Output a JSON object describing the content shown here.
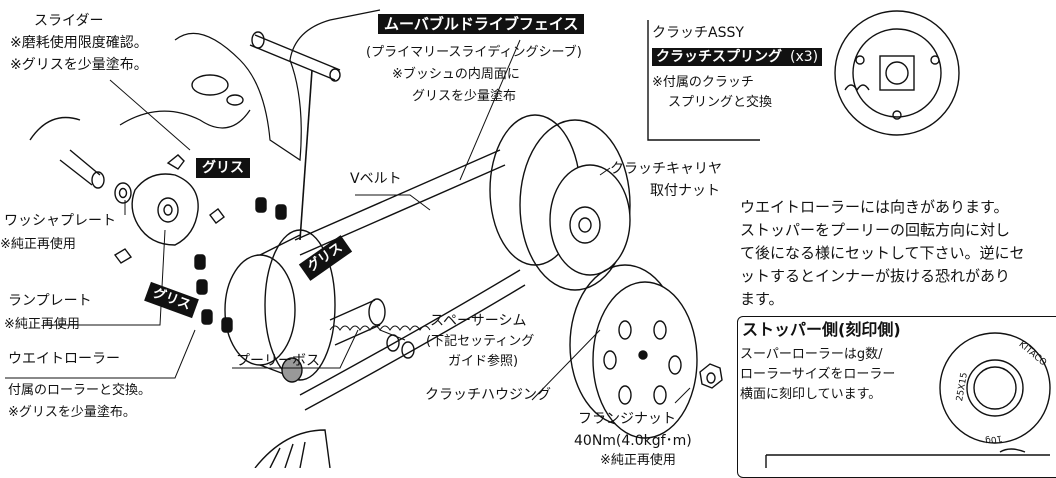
{
  "labels": {
    "slider_title": "スライダー",
    "slider_note1": "※磨耗使用限度確認。",
    "slider_note2": "※グリスを少量塗布。",
    "washer_plate": "ワッシャプレート",
    "washer_note": "※純正再使用",
    "ramp_plate": "ランプレート",
    "ramp_note": "※純正再使用",
    "weight_roller": "ウエイトローラー",
    "weight_note1": "付属のローラーと交換。",
    "weight_note2": "※グリスを少量塗布。",
    "movable_face": "ムーバブルドライブフェイス",
    "movable_sub": "(プライマリースライディングシーブ)",
    "movable_note1": "※ブッシュの内周面に",
    "movable_note2": "グリスを少量塗布",
    "v_belt": "Vベルト",
    "pulley_boss": "プーリーボス",
    "spacer_shim": "スペーサーシム",
    "spacer_note1": "(下記セッティング",
    "spacer_note2": "ガイド参照)",
    "clutch_housing": "クラッチハウジング",
    "flange_nut": "フランジナット",
    "torque": "40Nm(4.0kgf･m)",
    "torque_note": "※純正再使用",
    "clutch_assy": "クラッチASSY",
    "clutch_spring": "クラッチスプリング",
    "clutch_spring_qty": "(x3)",
    "clutch_spring_note1": "※付属のクラッチ",
    "clutch_spring_note2": "スプリングと交換",
    "clutch_carrier1": "クラッチキャリヤ",
    "clutch_carrier2": "取付ナット",
    "grease": "グリス"
  },
  "notice": {
    "line1": "ウエイトローラーには向きがあります。",
    "line2": "ストッパーをプーリーの回転方向に対し",
    "line3": "て後になる様にセットして下さい。逆にセ",
    "line4": "ットするとインナーが抜ける恐れがあり",
    "line5": "ます。"
  },
  "stopper_panel": {
    "title": "ストッパー側(刻印側)",
    "text1": "スーパーローラーはg数/",
    "text2": "ローラーサイズをローラー",
    "text3": "横面に刻印しています。",
    "roller_mark_size": "25X15",
    "roller_mark_brand": "KITACO",
    "roller_mark_weight": "10g"
  }
}
